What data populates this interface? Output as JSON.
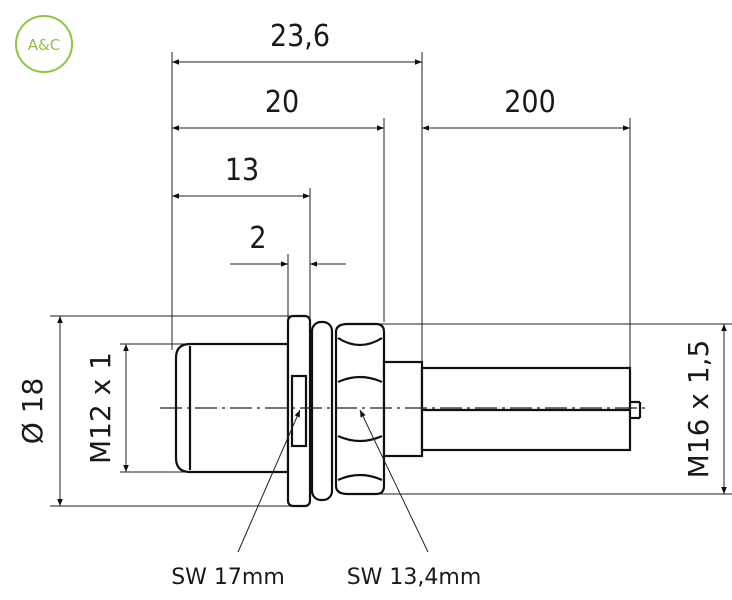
{
  "logo": {
    "text": "A&C",
    "color": "#8cc63f"
  },
  "dimensions": {
    "overall_length": "23,6",
    "body_length": "20",
    "cable_length": "200",
    "thread_length": "13",
    "flange_width": "2",
    "outer_diameter": "Ø 18",
    "front_thread": "M12 x 1",
    "rear_thread": "M16 x 1,5"
  },
  "callouts": {
    "front_wrench": "SW 17mm",
    "rear_wrench": "SW 13,4mm"
  }
}
